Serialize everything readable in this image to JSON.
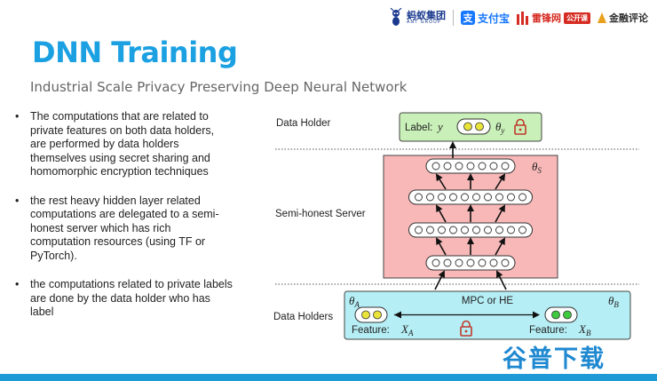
{
  "logos": {
    "ant": {
      "name": "蚂蚁集团",
      "sub": "ANT GROUP",
      "icon": "ant-icon"
    },
    "alipay": {
      "name": "支付宝",
      "icon": "alipay-icon"
    },
    "leiphone": {
      "name": "雷锋网",
      "tag": "公开课",
      "icon": "leiphone-icon"
    },
    "jinrong": {
      "name": "金融评论",
      "icon": "jinrong-icon"
    }
  },
  "title": "DNN Training",
  "subtitle": "Industrial Scale Privacy Preserving Deep Neural Network",
  "bullets": [
    "The computations that are related to private features on both data holders, are performed by data holders themselves using secret sharing and homomorphic encryption techniques",
    "the rest heavy hidden layer related computations are delegated to a semi-honest server which has rich computation resources (using TF or PyTorch).",
    "the computations related to private labels are done by the data holder who has label"
  ],
  "diagram": {
    "data_holder_label": "Data Holder",
    "server_label": "Semi-honest Server",
    "data_holders_label": "Data Holders",
    "label_box": {
      "text": "Label:",
      "var": "y",
      "theta": "θ",
      "theta_sub": "y"
    },
    "server_theta": {
      "theta": "θ",
      "sub": "S"
    },
    "mpc_text": "MPC or HE",
    "theta_a": {
      "theta": "θ",
      "sub": "A"
    },
    "theta_b": {
      "theta": "θ",
      "sub": "B"
    },
    "feature_a": {
      "text": "Feature:",
      "var": "X",
      "sub": "A"
    },
    "feature_b": {
      "text": "Feature:",
      "var": "X",
      "sub": "B"
    },
    "layers": [
      7,
      10,
      10,
      7
    ],
    "colors": {
      "label_fill": "#c9f0b8",
      "server_fill": "#f8b8b8",
      "holders_fill": "#b5eef5",
      "yellow": "#e9e43a",
      "green": "#3ec93e",
      "lock": "#c0392b"
    },
    "icons": [
      "lock-icon",
      "lock-icon",
      "lock-icon"
    ]
  },
  "watermark": "谷普下载"
}
